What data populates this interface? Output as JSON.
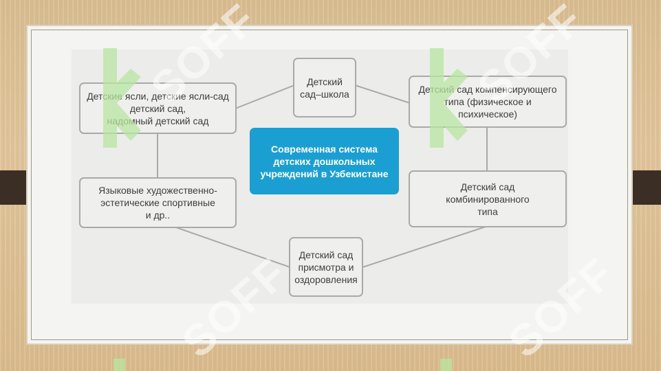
{
  "diagram": {
    "center": "Современная система\nдетских дошкольных\nучреждений в Узбекистане",
    "nodes": {
      "nursery": "Детские ясли, детские ясли-сад\nдетский сад,\nнадомный детский сад",
      "school": "Детский\nсад–школа",
      "compensating": "Детский сад компенсирующего\nтипа (физическое и\nпсихическое)",
      "language": "Языковые художественно-\nэстетические спортивные\nи др..",
      "combined": "Детский сад\nкомбинированного\nтипа",
      "care": "Детский сад\nприсмотра и\nоздоровления"
    }
  },
  "watermark": {
    "text": "SOFF",
    "color": "#b8e6a0"
  }
}
